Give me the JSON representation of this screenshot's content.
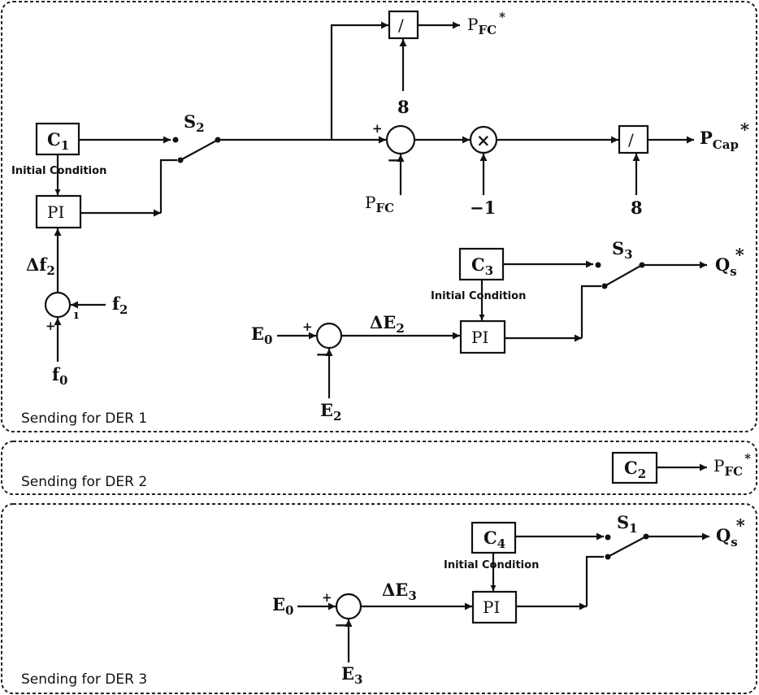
{
  "sections": {
    "der1": "Sending for DER 1",
    "der2": "Sending for DER 2",
    "der3": "Sending for DER 3"
  },
  "blocks": {
    "c1": "C",
    "c1_sub": "1",
    "c2": "C",
    "c2_sub": "2",
    "c3": "C",
    "c3_sub": "3",
    "c4": "C",
    "c4_sub": "4",
    "pi": "PI",
    "div": "/",
    "mult": "×"
  },
  "labels": {
    "initial_condition": "Initial Condition",
    "s1": "S",
    "s1_sub": "1",
    "s2": "S",
    "s2_sub": "2",
    "s3": "S",
    "s3_sub": "3",
    "p": "P",
    "fc_sub": "FC",
    "cap_sub": "Cap",
    "star": "*",
    "q": "Q",
    "s_sub": "s",
    "delta_f2": "Δf",
    "f2_sub": "2",
    "f": "f",
    "f0_sub": "0",
    "e": "E",
    "e0_sub": "0",
    "e2_sub": "2",
    "e3_sub": "3",
    "delta_e2": "ΔE",
    "delta_e3": "ΔE",
    "const_8": "8",
    "const_neg1": "−1",
    "plus": "+",
    "minus": "−",
    "minus_bar": "ı"
  }
}
